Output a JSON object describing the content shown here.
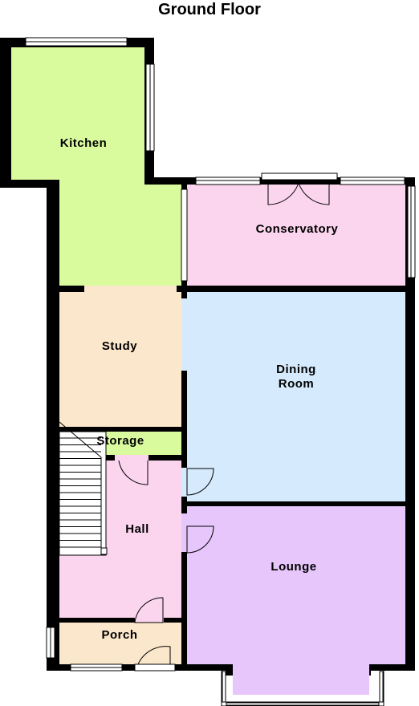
{
  "title": "Ground Floor",
  "rooms": {
    "kitchen": {
      "label": "Kitchen",
      "color": "#d9fb9e"
    },
    "conservatory": {
      "label": "Conservatory",
      "color": "#fbd5ee"
    },
    "study": {
      "label": "Study",
      "color": "#fbe7cc"
    },
    "dining": {
      "label_line1": "Dining",
      "label_line2": "Room",
      "color": "#d5eafc"
    },
    "storage": {
      "label": "Storage",
      "color": "#d9fb9e"
    },
    "hall": {
      "label": "Hall",
      "color": "#fbd5ee"
    },
    "lounge": {
      "label": "Lounge",
      "color": "#e6c6fb"
    },
    "porch": {
      "label": "Porch",
      "color": "#fbe7cc"
    }
  },
  "colors": {
    "wall": "#000000",
    "window": "#ffffff",
    "background": "#ffffff"
  }
}
